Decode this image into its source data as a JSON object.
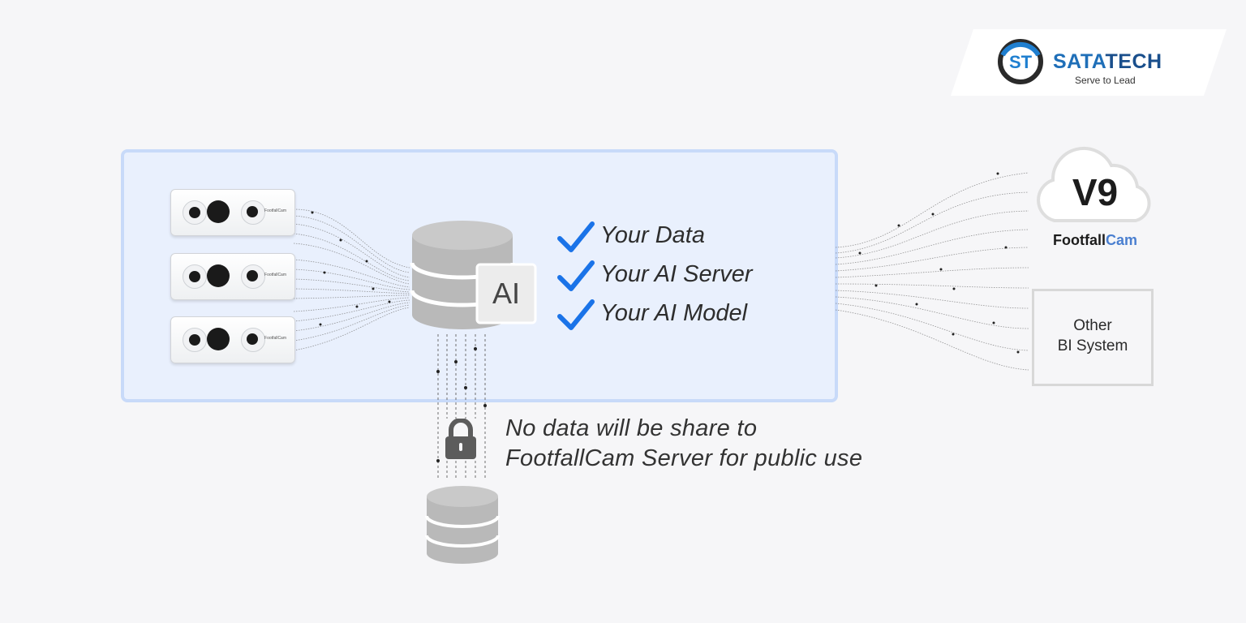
{
  "brand": {
    "name_part1": "SATA",
    "name_part2": "TECH",
    "tagline": "Serve to Lead",
    "logo_letters": "ST"
  },
  "cameras": [
    {
      "brand": "FootfallCam"
    },
    {
      "brand": "FootfallCam"
    },
    {
      "brand": "FootfallCam"
    }
  ],
  "server": {
    "badge": "AI"
  },
  "checks": [
    {
      "label": "Your Data"
    },
    {
      "label": "Your AI Server"
    },
    {
      "label": "Your AI Model"
    }
  ],
  "privacy": {
    "line1": "No data will be share to",
    "line2": "FootfallCam Server for public use"
  },
  "cloud": {
    "version": "V9",
    "brand_part1": "Footfall",
    "brand_part2": "Cam"
  },
  "bi_system": {
    "line1": "Other",
    "line2": "BI System"
  },
  "colors": {
    "check": "#1a73e8",
    "panel": "#e9f0fd",
    "panel_border": "#c8daf9",
    "database": "#b8b8b8",
    "brand_blue": "#1f6fb8"
  }
}
